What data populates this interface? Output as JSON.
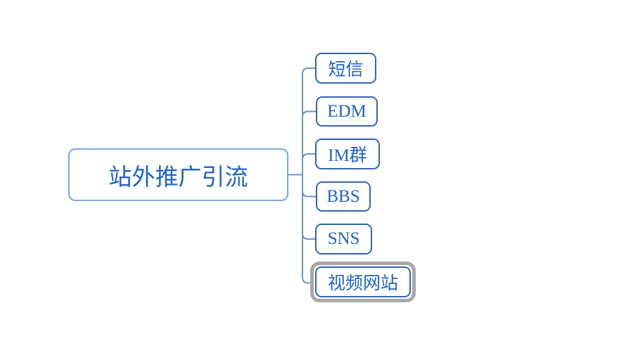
{
  "diagram": {
    "type": "mindmap",
    "root": {
      "label": "站外推广引流"
    },
    "children": [
      {
        "label": "短信",
        "selected": false
      },
      {
        "label": "EDM",
        "selected": false
      },
      {
        "label": "IM群",
        "selected": false
      },
      {
        "label": "BBS",
        "selected": false
      },
      {
        "label": "SNS",
        "selected": false
      },
      {
        "label": "视频网站",
        "selected": true
      }
    ],
    "colors": {
      "background": "#ffffff",
      "root_border": "#7ea6da",
      "node_border": "#3465af",
      "connector": "#6b94cc",
      "text": "#2063c6",
      "selection_ring": "#a8a8a8"
    }
  }
}
